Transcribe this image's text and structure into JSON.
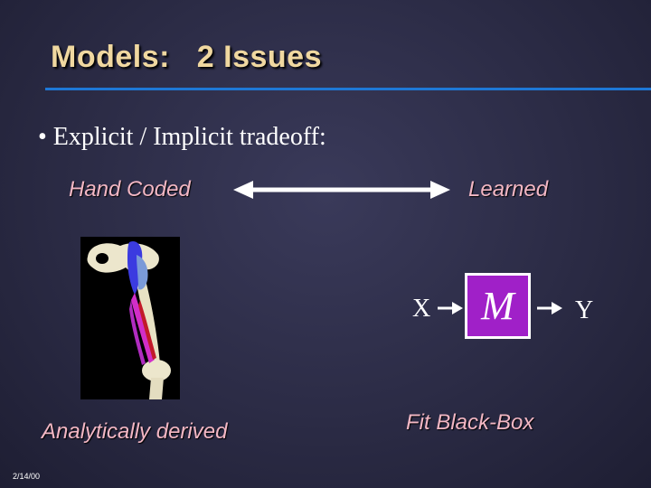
{
  "slide": {
    "title": "Models:   2 Issues",
    "bullet": "• Explicit / Implicit tradeoff:",
    "spectrum": {
      "left_label": "Hand Coded",
      "right_label": "Learned"
    },
    "left_caption": "Analytically derived",
    "right_caption": "Fit Black-Box",
    "black_box": {
      "input": "X",
      "model": "M",
      "output": "Y"
    },
    "date": "2/14/00"
  },
  "colors": {
    "title": "#f0d8a0",
    "rule": "#1e78d6",
    "italic_labels": "#f3b7c4",
    "model_box": "#a020c8"
  },
  "icons": {
    "double_arrow": "double-headed-arrow-icon",
    "muscle_illustration": "leg-muscle-illustration"
  }
}
